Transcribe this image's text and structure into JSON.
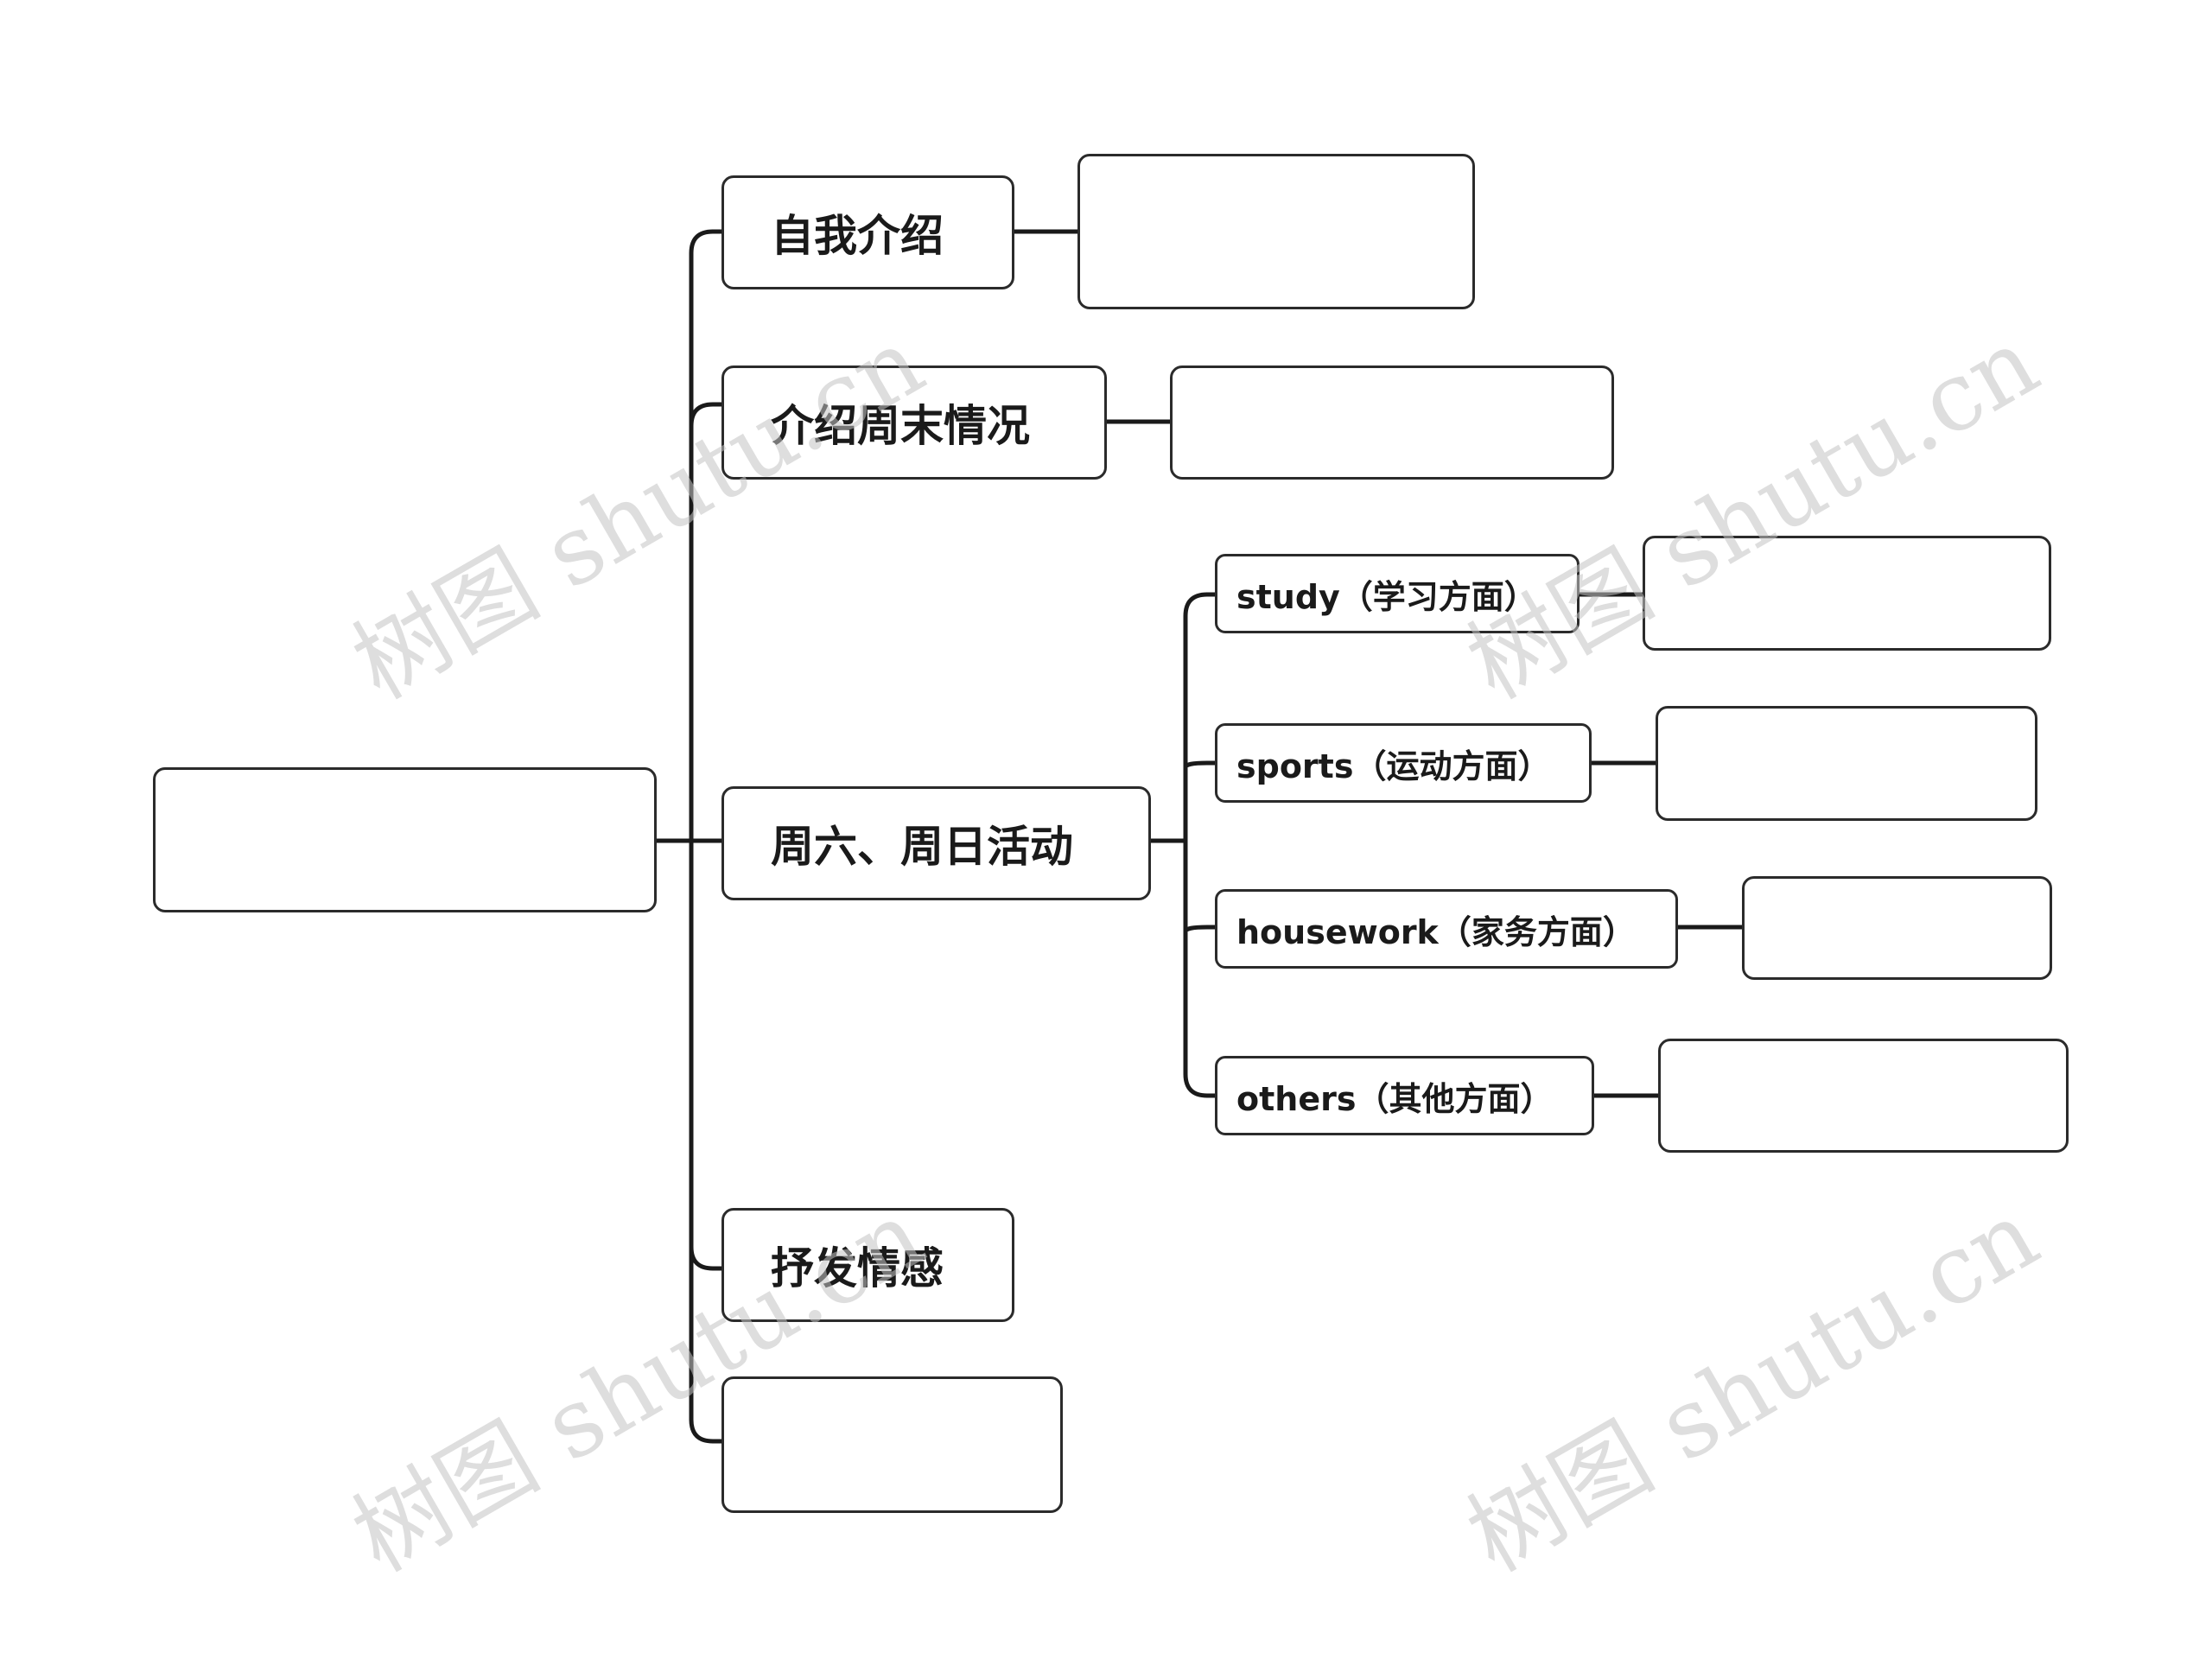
{
  "watermark": "树图 shutu.cn",
  "root": {
    "label": ""
  },
  "branches": [
    {
      "label": "自我介绍",
      "detail": ""
    },
    {
      "label": "介绍周末情况",
      "detail": ""
    },
    {
      "label": "周六、周日活动",
      "children": [
        {
          "label": "study（学习方面）",
          "detail": ""
        },
        {
          "label": "sports（运动方面）",
          "detail": ""
        },
        {
          "label": "housework（家务方面）",
          "detail": ""
        },
        {
          "label": "others（其他方面）",
          "detail": ""
        }
      ]
    },
    {
      "label": "抒发情感"
    },
    {
      "label": ""
    }
  ]
}
